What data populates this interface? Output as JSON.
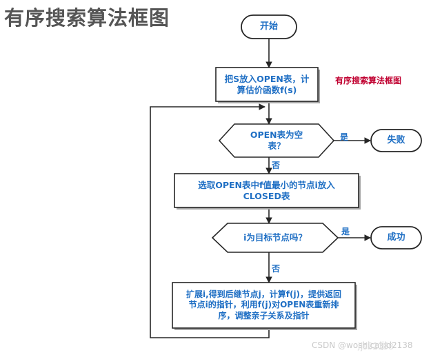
{
  "title": "有序搜索算法框图",
  "side_note": "有序搜索算法框图",
  "colors": {
    "node_text": "#1F6FC4",
    "node_stroke": "#262626",
    "side_note": "#C00030",
    "title": "#555555",
    "background": "#FFFFFF",
    "shadow": "#A6A6A6",
    "watermark": "#C9C9C9"
  },
  "nodes": {
    "start": {
      "label": "开始",
      "shape": "stadium"
    },
    "init": {
      "label": "把S放入OPEN表，计\n算估价函数f(s)",
      "shape": "process"
    },
    "open_empty": {
      "label": "OPEN表为空\n表？",
      "shape": "hexagon"
    },
    "fail": {
      "label": "失败",
      "shape": "stadium"
    },
    "select_min": {
      "label": "选取OPEN表中f值最小的节点i放入\nCLOSED表",
      "shape": "process"
    },
    "is_goal": {
      "label": "i为目标节点吗？",
      "shape": "hexagon"
    },
    "success": {
      "label": "成功",
      "shape": "stadium"
    },
    "expand": {
      "label": "扩展i,得到后继节点j，计算f(j)，提供返回\n节点i的指针，利用f(j)对OPEN表重新排\n序，调整亲子关系及指针",
      "shape": "process"
    }
  },
  "edge_labels": {
    "open_empty_yes": "是",
    "open_empty_no": "否",
    "is_goal_yes": "是",
    "is_goal_no": "否"
  },
  "watermark": {
    "main": "CSDN @woshicaijid2138",
    "dup1": "jid2138",
    "dup2": "jsb2138"
  }
}
